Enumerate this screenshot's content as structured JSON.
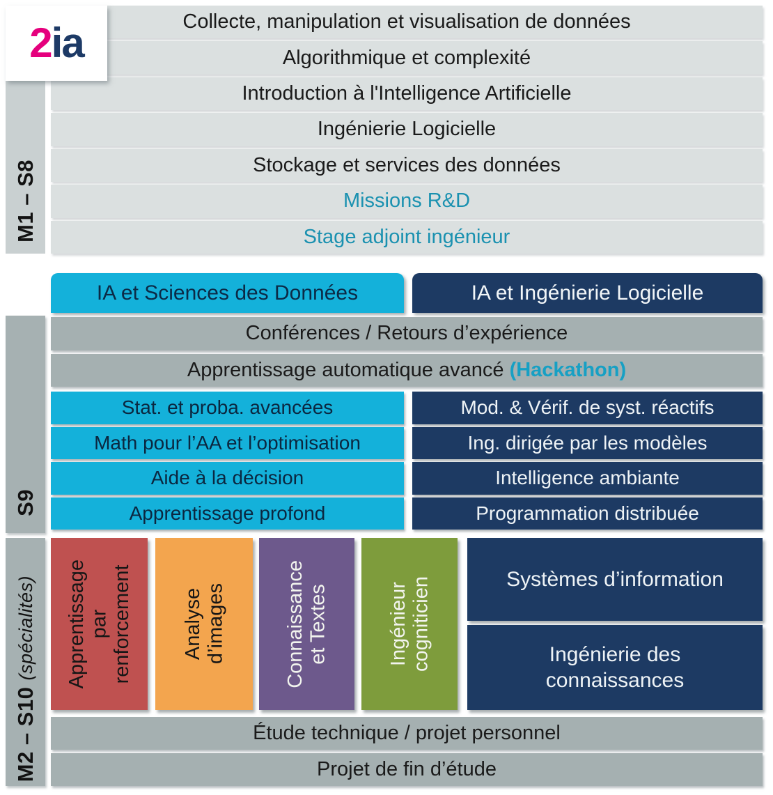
{
  "logo": {
    "prefix": "2",
    "suffix": "ia"
  },
  "colors": {
    "cyan": "#14b1da",
    "navy": "#1d3a63",
    "red": "#bf5150",
    "orange": "#f3a54e",
    "purple": "#6d598c",
    "green": "#7e9c3c",
    "teal_text": "#1a91b0",
    "m1_row_bg": "#dbe0e0",
    "gray_row_bg": "#a5b0b1",
    "logo_pink": "#e5007d",
    "logo_navy": "#1d3a66"
  },
  "m1": {
    "label": "M1 – S8",
    "rows": [
      {
        "text": "Collecte, manipulation et visualisation de données"
      },
      {
        "text": "Algorithmique et complexité"
      },
      {
        "text": "Introduction à l'Intelligence Artificielle"
      },
      {
        "text": "Ingénierie Logicielle"
      },
      {
        "text": "Stockage et services des données"
      },
      {
        "text": "Missions R&D"
      },
      {
        "text": "Stage adjoint ingénieur"
      }
    ]
  },
  "s9": {
    "label": "S9",
    "tab_left": "IA et Sciences des Données",
    "tab_right": "IA et Ingénierie Logicielle",
    "row_conferences": "Conférences / Retours d’expérience",
    "row_ml_main": "Apprentissage automatique avancé ",
    "row_ml_highlight": "(Hackathon)",
    "paired_rows": [
      {
        "left": "Stat. et proba. avancées",
        "right": "Mod. & Vérif. de syst. réactifs"
      },
      {
        "left": "Math pour l’AA et l’optimisation",
        "right": "Ing. dirigée par les modèles"
      },
      {
        "left": "Aide à la décision",
        "right": "Intelligence ambiante"
      },
      {
        "left": "Apprentissage profond",
        "right": "Programmation distribuée"
      }
    ]
  },
  "m2": {
    "label_main": "M2 – S10 ",
    "label_note": "(spécialités)",
    "specialties": [
      {
        "text": "Apprentissage\npar\nrenforcement"
      },
      {
        "text": "Analyse\nd’images"
      },
      {
        "text": "Connaissance\net Textes"
      },
      {
        "text": "Ingénieur\ncogniticien"
      }
    ],
    "right_blocks": [
      {
        "text": "Systèmes d’information"
      },
      {
        "text": "Ingénierie des\nconnaissances"
      }
    ],
    "bottom_rows": [
      {
        "text": "Étude technique / projet personnel"
      },
      {
        "text": "Projet de fin d’étude"
      }
    ]
  }
}
